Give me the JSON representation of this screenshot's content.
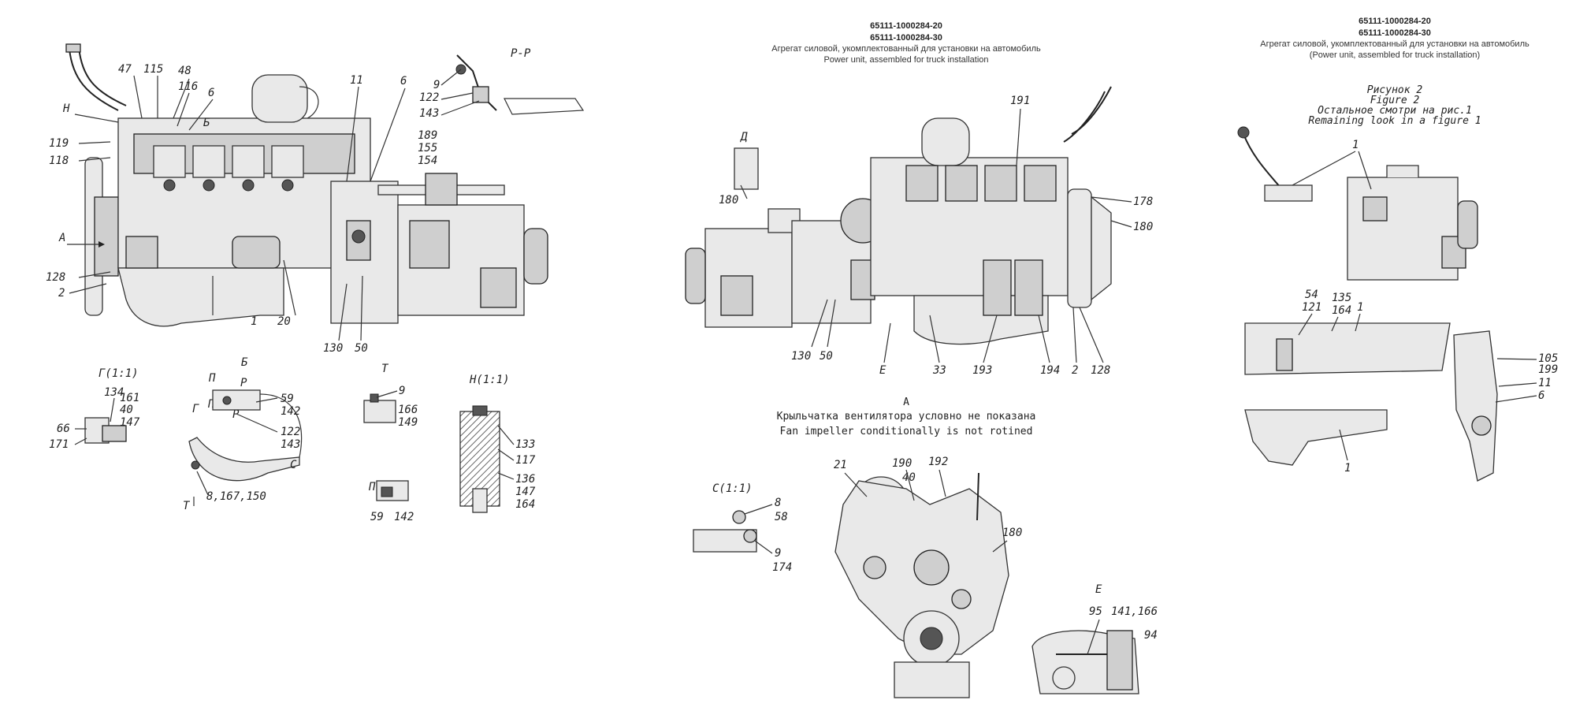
{
  "header_center": {
    "codes": [
      "65111-1000284-20",
      "65111-1000284-30"
    ],
    "title_ru": "Агрегат силовой, укомплектованный для установки на автомобиль",
    "title_en": "Power unit, assembled for truck installation"
  },
  "header_right": {
    "codes": [
      "65111-1000284-20",
      "65111-1000284-30"
    ],
    "title_ru": "Агрегат силовой, укомплектованный для установки на автомобиль",
    "title_en": "(Power unit, assembled for truck installation)",
    "figure_ru": "Рисунок 2",
    "figure_en": "Figure 2",
    "note_ru": "Остальное смотри на рис.1",
    "note_en": "Remaining look in a figure 1"
  },
  "view_a_caption": {
    "letter": "А",
    "note_ru": "Крыльчатка вентилятора условно не показана",
    "note_en": "Fan impeller conditionally is not rotined"
  },
  "view_titles": {
    "pp_section": "Р-Р",
    "g_detail": "Г(1:1)",
    "b_detail": "Б",
    "t_view": "Т",
    "n_detail": "Н(1:1)",
    "p_section": "П-П",
    "d_view": "Д",
    "s_detail": "С(1:1)",
    "e_view": "Е"
  },
  "callouts_left": {
    "c47": "47",
    "c115": "115",
    "c48": "48",
    "c116": "116",
    "c6a": "6",
    "cH": "Н",
    "cB": "Б",
    "c119": "119",
    "c118": "118",
    "c11": "11",
    "c6b": "6",
    "c9": "9",
    "c122": "122",
    "c143": "143",
    "c189": "189",
    "c155": "155",
    "c154": "154",
    "cA": "А",
    "c128": "128",
    "c2": "2",
    "c1": "1",
    "c20": "20",
    "c130": "130",
    "c50": "50"
  },
  "callouts_details": {
    "g134": "134",
    "g161": "161",
    "g40": "40",
    "g147": "147",
    "g66": "66",
    "g171": "171",
    "bP1": "П",
    "bP2": "Р",
    "bG": "Г",
    "bP3": "П",
    "bP4": "Р",
    "b59": "59",
    "b142": "142",
    "b122": "122",
    "b143": "143",
    "bC": "С",
    "b8167150": "8,167,150",
    "bT": "Т",
    "t9": "9",
    "t166": "166",
    "t149": "149",
    "n133": "133",
    "n117": "117",
    "n136": "136",
    "n147": "147",
    "n164": "164",
    "p59": "59",
    "p142": "142"
  },
  "callouts_center": {
    "c191": "191",
    "c178": "178",
    "c180a": "180",
    "c180b": "180",
    "c130": "130",
    "c50": "50",
    "cE": "Е",
    "c33": "33",
    "c193": "193",
    "c194": "194",
    "c2": "2",
    "c128": "128"
  },
  "callouts_front": {
    "c21": "21",
    "c190": "190",
    "c40": "40",
    "c192": "192",
    "c180": "180",
    "s8": "8",
    "s58": "58",
    "s9": "9",
    "s174": "174",
    "e95": "95",
    "e141166": "141,166",
    "e94": "94"
  },
  "callouts_right": {
    "r1a": "1",
    "r54": "54",
    "r121": "121",
    "r135": "135",
    "r164": "164",
    "r1b": "1",
    "r1c": "1",
    "r105": "105",
    "r199": "199",
    "r11": "11",
    "r6": "6"
  }
}
